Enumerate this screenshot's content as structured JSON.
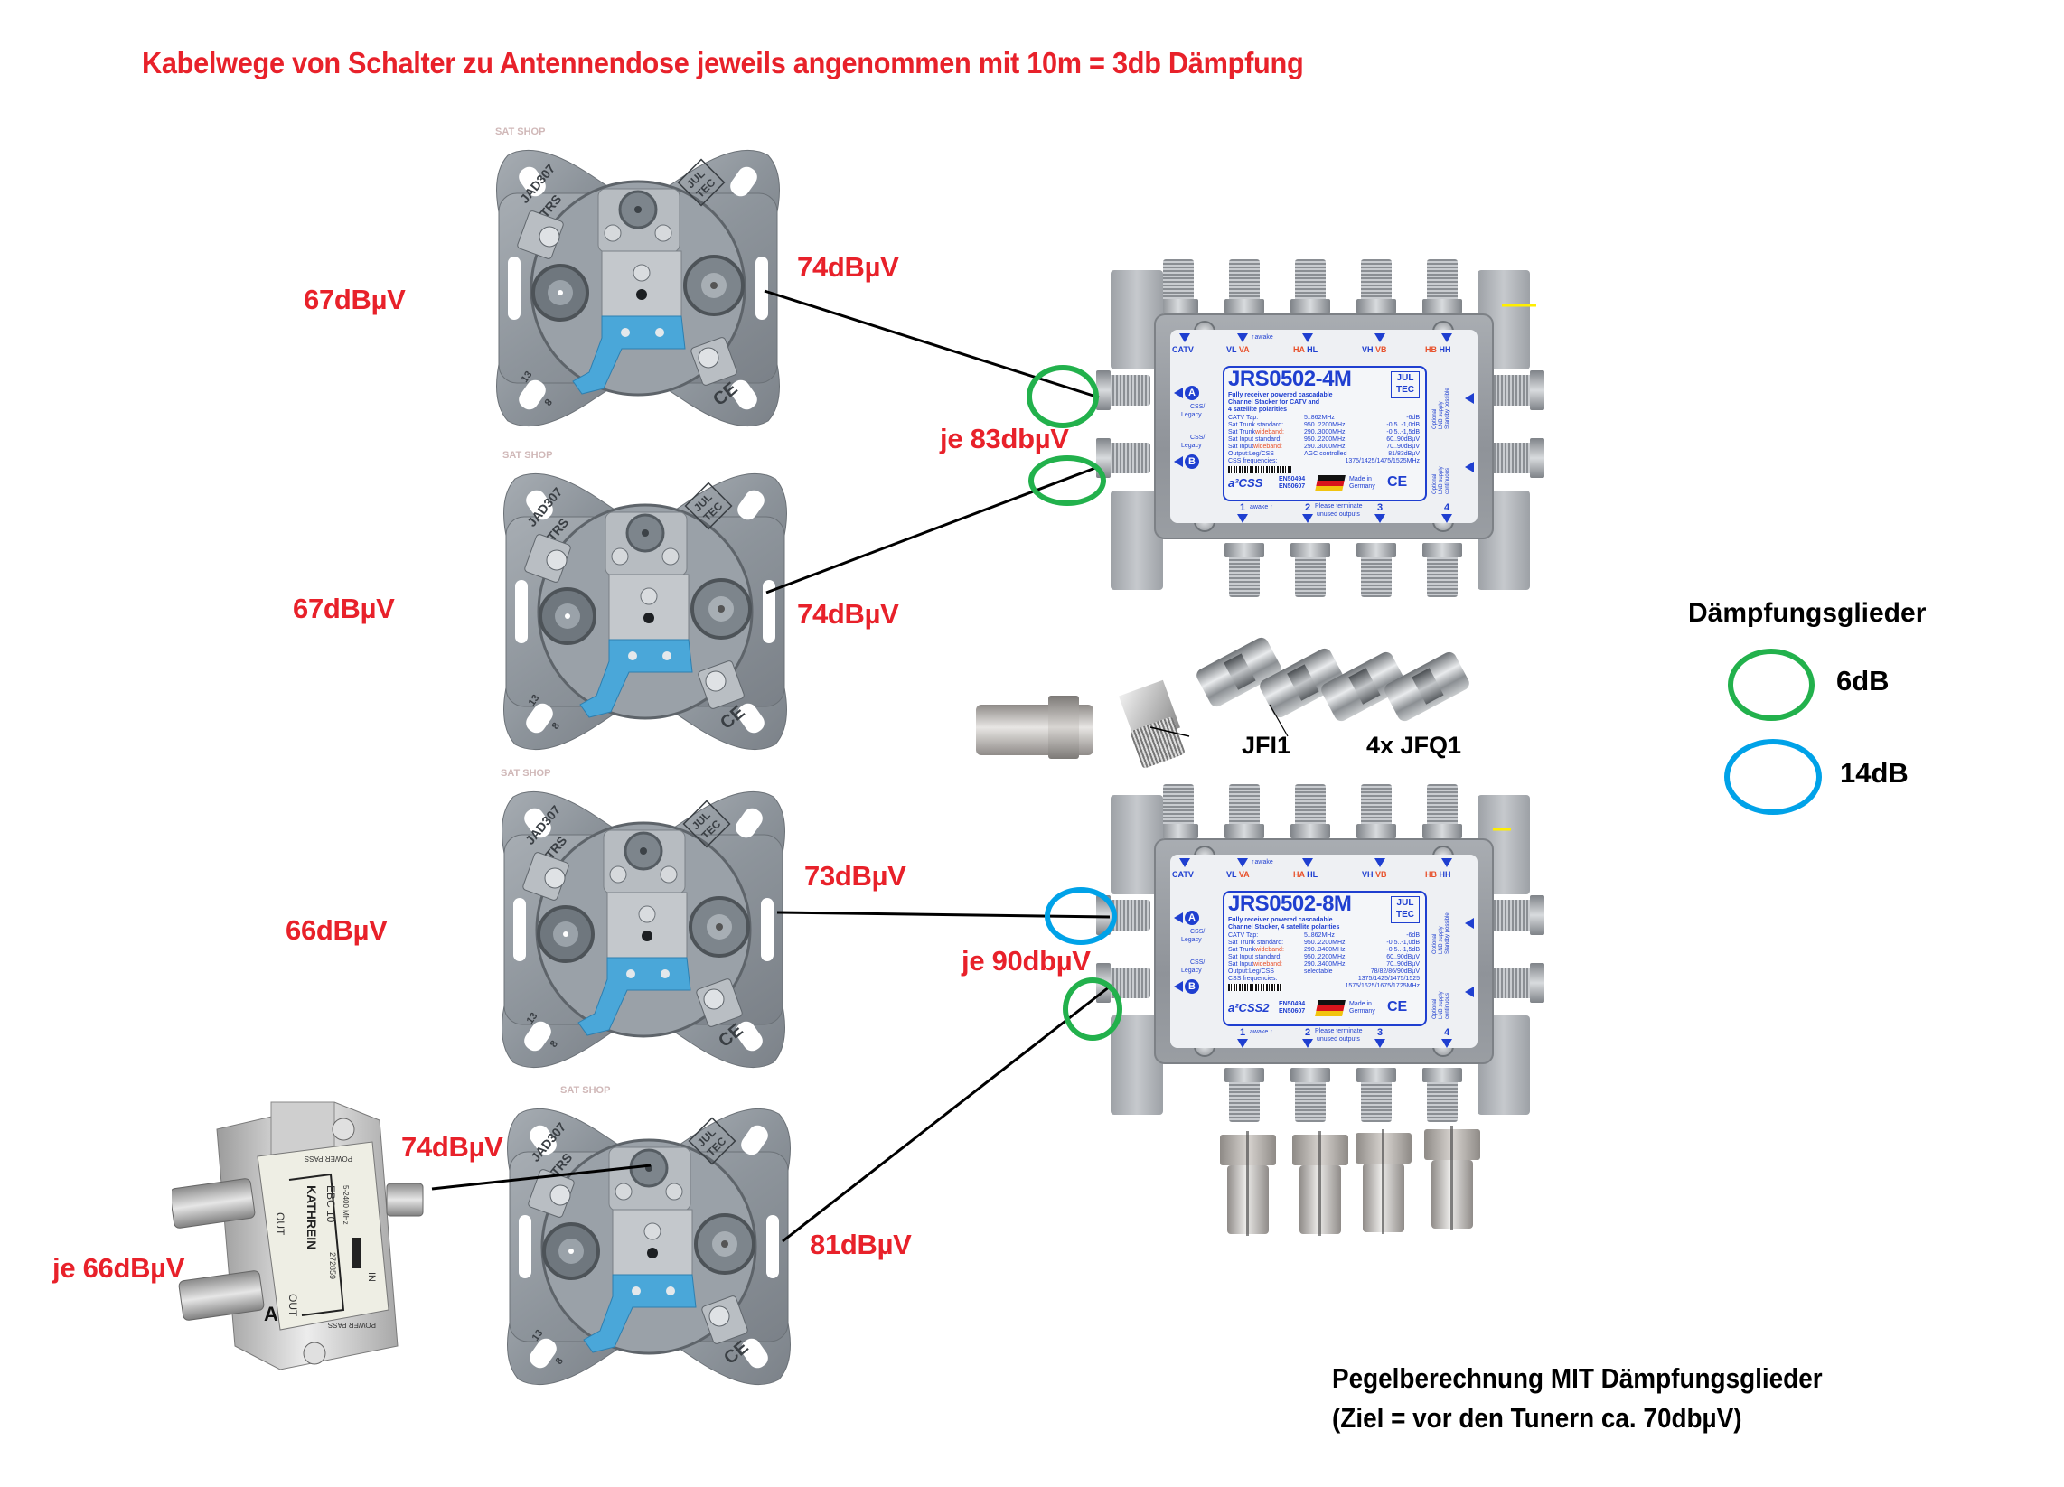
{
  "title": "Kabelwege von Schalter zu Antennendose jeweils angenommen mit 10m = 3db Dämpfung",
  "sockets": [
    {
      "model": "JAD307",
      "variant": "TRS",
      "brand": [
        "JUL",
        "TEC"
      ],
      "level_in": "74dBµV",
      "level_out": "67dBµV"
    },
    {
      "model": "JAD307",
      "variant": "TRS",
      "brand": [
        "JUL",
        "TEC"
      ],
      "level_in": "74dBµV",
      "level_out": "67dBµV"
    },
    {
      "model": "JAD307",
      "variant": "TRS",
      "brand": [
        "JUL",
        "TEC"
      ],
      "level_in": "73dBµV",
      "level_out": "66dBµV"
    },
    {
      "model": "JAD307",
      "variant": "TRS",
      "brand": [
        "JUL",
        "TEC"
      ],
      "level_in": "81dBµV",
      "level_out": "74dBµV"
    }
  ],
  "socket_marks": {
    "dim_a": "13",
    "dim_b": "8",
    "ce": "CE",
    "watermark": "SAT SHOP"
  },
  "switch_common": {
    "top_ports": [
      "CATV",
      "VL",
      "VA",
      "HA",
      "HL",
      "VH",
      "VB",
      "HB",
      "HH"
    ],
    "awake": "awake",
    "side_a": "A",
    "side_b": "B",
    "css_legacy": "CSS/",
    "legacy": "Legacy",
    "right_top": [
      "Optional",
      "LNB supply",
      "Standby possible"
    ],
    "right_bottom": [
      "Optional",
      "LNB supply",
      "continuous"
    ],
    "outputs": [
      "1",
      "2",
      "3",
      "4"
    ],
    "terminate": [
      "Please terminate",
      "unused outputs"
    ],
    "brand": [
      "JUL",
      "TEC"
    ],
    "made_in": [
      "Made in",
      "Germany"
    ],
    "ce": "CE"
  },
  "switches": [
    {
      "model": "JRS0502-4M",
      "subtitle": [
        "Fully receiver powered cascadable",
        "Channel Stacker for CATV and",
        "4 satellite polarities"
      ],
      "specs": [
        {
          "k": "CATV Tap:",
          "f": "5..862MHz",
          "v": "-6dB"
        },
        {
          "k": "Sat Trunk standard:",
          "f": "950..2200MHz",
          "v": "-0,5..-1,0dB"
        },
        {
          "k": "Sat Trunk",
          "kw": "wideband:",
          "f": "290..3000MHz",
          "v": "-0,5..-1,5dB"
        },
        {
          "k": "Sat Input standard:",
          "f": "950..2200MHz",
          "v": "60..90dBµV"
        },
        {
          "k": "Sat Input",
          "kw": "wideband:",
          "f": "290..3000MHz",
          "v": "70..90dBµV"
        },
        {
          "k": "Output:Leg/CSS",
          "f": "AGC controlled",
          "v": "81/83dBµV"
        },
        {
          "k": "CSS frequencies:",
          "f": "",
          "v": "1375/1425/1475/1525MHz"
        }
      ],
      "logo": "a²CSS",
      "norms": [
        "EN50494",
        "EN50607"
      ],
      "input_level": "je 83dbµV"
    },
    {
      "model": "JRS0502-8M",
      "subtitle": [
        "Fully receiver powered cascadable",
        "Channel Stacker, 4 satellite polarities"
      ],
      "specs": [
        {
          "k": "CATV Tap:",
          "f": "5..862MHz",
          "v": "-6dB"
        },
        {
          "k": "Sat Trunk standard:",
          "f": "950..2200MHz",
          "v": "-0,5..-1,0dB"
        },
        {
          "k": "Sat Trunk",
          "kw": "wideband:",
          "f": "290..3400MHz",
          "v": "-0,5..-1,5dB"
        },
        {
          "k": "Sat Input standard:",
          "f": "950..2200MHz",
          "v": "60..90dBµV"
        },
        {
          "k": "Sat Input",
          "kw": "wideband:",
          "f": "290..3400MHz",
          "v": "70..90dBµV"
        },
        {
          "k": "Output:Leg/CSS",
          "f": "selectable",
          "v": "78/82/86/90dBµV"
        },
        {
          "k": "CSS frequencies:",
          "f": "",
          "v": "1375/1425/1475/1525"
        },
        {
          "k": "",
          "f": "",
          "v": "1575/1625/1675/1725MHz"
        }
      ],
      "logo": "a²CSS2",
      "norms": [
        "EN50494",
        "EN50607"
      ],
      "input_level": "je 90dbµV"
    }
  ],
  "accessories": {
    "jfi1": "JFI1",
    "jfq1": "4x JFQ1"
  },
  "legend": {
    "title": "Dämpfungsglieder",
    "items": [
      {
        "label": "6dB",
        "color": "#22b14c"
      },
      {
        "label": "14dB",
        "color": "#00a2e8"
      }
    ]
  },
  "splitter": {
    "brand": "KATHREIN",
    "model": "EBC 10",
    "part": "272859",
    "freq": "5-2400 MHz",
    "in": "IN",
    "out": "OUT",
    "power_pass": "POWER PASS",
    "class": "A",
    "level_in": "74dBµV",
    "level_out": "je 66dBµV"
  },
  "note": {
    "line1": "Pegelberechnung MIT Dämpfungsglieder",
    "line2": "(Ziel = vor den Tunern ca. 70dbµV)"
  },
  "colors": {
    "label_red": "#e8212a",
    "attenuator_6db": "#22b14c",
    "attenuator_14db": "#00a2e8",
    "switch_blue": "#1f3fd0"
  }
}
